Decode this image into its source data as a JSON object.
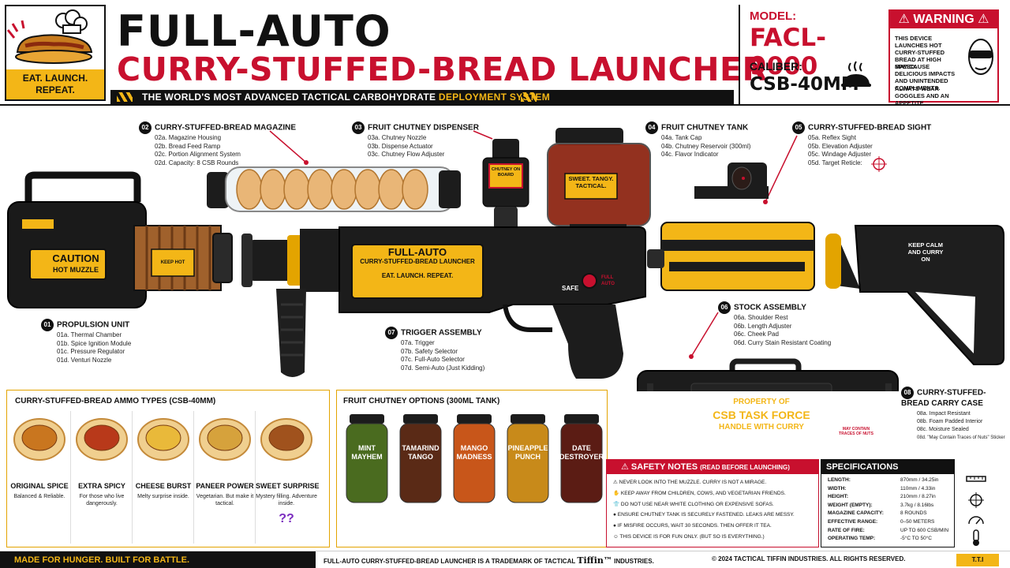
{
  "header": {
    "logo_tag": "EAT. LAUNCH. REPEAT.",
    "title_line1": "FULL-AUTO",
    "title_line2": "CURRY-STUFFED-BREAD LAUNCHER",
    "tagline_main": "THE WORLD'S MOST ADVANCED TACTICAL CARBOHYDRATE ",
    "tagline_highlight": "DEPLOYMENT SYSTEM",
    "model_label": "MODEL:",
    "model_value": "FACL-9000",
    "caliber_label": "CALIBER:",
    "caliber_value": "CSB-40MM"
  },
  "warning": {
    "title": "WARNING",
    "lines": [
      "THIS DEVICE LAUNCHES HOT CURRY-STUFFED BREAD AT HIGH SPEED.",
      "MAY CAUSE DELICIOUS IMPACTS AND UNINTENDED COMPLIMENTS.",
      "ALWAYS WEAR GOGGLES AND AN APPETITE."
    ]
  },
  "launcher": {
    "caution_title": "CAUTION",
    "caution_sub": "HOT MUZZLE",
    "keep_hot": "KEEP HOT",
    "body_plate_title": "FULL-AUTO",
    "body_plate_sub": "CURRY-STUFFED-BREAD LAUNCHER",
    "body_plate_tag": "EAT. LAUNCH. REPEAT.",
    "safe_label": "SAFE",
    "full_auto_label": "FULL AUTO",
    "dispenser_label": "CHUTNEY ON BOARD",
    "tank_label": "SWEET. TANGY. TACTICAL.",
    "stock_text": "KEEP CALM AND CURRY ON"
  },
  "components": [
    {
      "num": "01",
      "title": "PROPULSION UNIT",
      "items": [
        "01a. Thermal Chamber",
        "01b. Spice Ignition Module",
        "01c. Pressure Regulator",
        "01d. Venturi Nozzle"
      ]
    },
    {
      "num": "02",
      "title": "CURRY-STUFFED-BREAD MAGAZINE",
      "items": [
        "02a. Magazine Housing",
        "02b. Bread Feed Ramp",
        "02c. Portion Alignment System",
        "02d. Capacity: 8 CSB Rounds"
      ]
    },
    {
      "num": "03",
      "title": "FRUIT CHUTNEY DISPENSER",
      "items": [
        "03a. Chutney Nozzle",
        "03b. Dispense Actuator",
        "03c. Chutney Flow Adjuster"
      ]
    },
    {
      "num": "04",
      "title": "FRUIT CHUTNEY TANK",
      "items": [
        "04a. Tank Cap",
        "04b. Chutney Reservoir (300ml)",
        "04c. Flavor Indicator"
      ]
    },
    {
      "num": "05",
      "title": "CURRY-STUFFED-BREAD SIGHT",
      "items": [
        "05a. Reflex Sight",
        "05b. Elevation Adjuster",
        "05c. Windage Adjuster",
        "05d. Target Reticle:"
      ]
    },
    {
      "num": "06",
      "title": "STOCK ASSEMBLY",
      "items": [
        "06a. Shoulder Rest",
        "06b. Length Adjuster",
        "06c. Cheek Pad",
        "06d. Curry Stain Resistant Coating"
      ]
    },
    {
      "num": "07",
      "title": "TRIGGER ASSEMBLY",
      "items": [
        "07a. Trigger",
        "07b. Safety Selector",
        "07c. Full-Auto Selector",
        "07d. Semi-Auto (Just Kidding)"
      ]
    },
    {
      "num": "08",
      "title": "CURRY-STUFFED-BREAD CARRY CASE",
      "items": [
        "08a. Impact Resistant",
        "08b. Foam Padded Interior",
        "08c. Moisture Sealed",
        "08d. \"May Contain Traces of Nuts\" Sticker"
      ]
    }
  ],
  "case": {
    "line1": "PROPERTY OF",
    "line2": "CSB TASK FORCE",
    "line3": "HANDLE WITH CURRY",
    "sticker": "MAY CONTAIN TRACES OF NUTS"
  },
  "ammo": {
    "title": "CURRY-STUFFED-BREAD AMMO TYPES (CSB-40MM)",
    "types": [
      {
        "name": "ORIGINAL SPICE",
        "desc": "Balanced & Reliable.",
        "filling": "#c9761f"
      },
      {
        "name": "EXTRA SPICY",
        "desc": "For those who live dangerously.",
        "filling": "#b8391a"
      },
      {
        "name": "CHEESE BURST",
        "desc": "Melty surprise inside.",
        "filling": "#e9b93a"
      },
      {
        "name": "PANEER POWER",
        "desc": "Vegetarian. But make it tactical.",
        "filling": "#d6a23c"
      },
      {
        "name": "SWEET SURPRISE",
        "desc": "Mystery filling. Adventure inside.",
        "filling": "#a0521d"
      }
    ],
    "mystery_mark": "??"
  },
  "chutney": {
    "title": "FRUIT CHUTNEY OPTIONS (300ML TANK)",
    "jars": [
      {
        "label": "MINT MAYHEM",
        "color": "#4a6b1f"
      },
      {
        "label": "TAMARIND TANGO",
        "color": "#5a2a16"
      },
      {
        "label": "MANGO MADNESS",
        "color": "#c8561a"
      },
      {
        "label": "PINEAPPLE PUNCH",
        "color": "#c88a1a"
      },
      {
        "label": "DATE DESTROYER",
        "color": "#5b1c14"
      }
    ]
  },
  "safety": {
    "title": "SAFETY NOTES",
    "subtitle": "(READ BEFORE LAUNCHING)",
    "notes": [
      "NEVER LOOK INTO THE MUZZLE. CURRY IS NOT A MIRAGE.",
      "KEEP AWAY FROM CHILDREN, COWS, AND VEGETARIAN FRIENDS.",
      "DO NOT USE NEAR WHITE CLOTHING OR EXPENSIVE SOFAS.",
      "ENSURE CHUTNEY TANK IS SECURELY FASTENED. LEAKS ARE MESSY.",
      "IF MISFIRE OCCURS, WAIT 30 SECONDS. THEN OFFER IT TEA.",
      "THIS DEVICE IS FOR FUN ONLY. (BUT SO IS EVERYTHING.)"
    ]
  },
  "specs": {
    "title": "SPECIFICATIONS",
    "rows": [
      {
        "k": "LENGTH:",
        "v": "870mm / 34.25in"
      },
      {
        "k": "WIDTH:",
        "v": "110mm / 4.33in"
      },
      {
        "k": "HEIGHT:",
        "v": "210mm / 8.27in"
      },
      {
        "k": "WEIGHT (EMPTY):",
        "v": "3.7kg / 8.16lbs"
      },
      {
        "k": "MAGAZINE CAPACITY:",
        "v": "8 ROUNDS"
      },
      {
        "k": "EFFECTIVE RANGE:",
        "v": "0–50 METERS"
      },
      {
        "k": "RATE OF FIRE:",
        "v": "UP TO 600 CSB/MIN"
      },
      {
        "k": "OPERATING TEMP:",
        "v": "-5°C TO 50°C"
      }
    ]
  },
  "footer": {
    "left": "MADE FOR HUNGER. BUILT FOR BATTLE.",
    "mid_a": "FULL-AUTO CURRY-STUFFED-BREAD LAUNCHER IS A TRADEMARK OF TACTICAL ",
    "mid_brand": "Tiffin™",
    "mid_b": " INDUSTRIES.",
    "right": "© 2024 TACTICAL TIFFIN INDUSTRIES. ALL RIGHTS RESERVED.",
    "badge": "T.T.I"
  },
  "colors": {
    "accent": "#c8102e",
    "brand": "#f3b617",
    "dark": "#111111"
  }
}
